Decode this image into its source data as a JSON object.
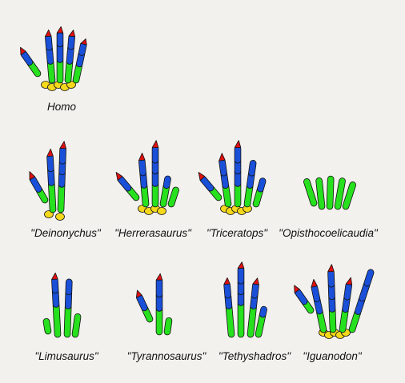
{
  "colors": {
    "background": "#f3f1ee",
    "claw": "#e01010",
    "phalanx": "#1a4fd8",
    "metacarpal": "#27e01e",
    "carpal": "#f4d81c",
    "outline": "#111111"
  },
  "figure": {
    "panels": [
      {
        "id": "homo",
        "label": "Homo"
      },
      {
        "id": "deinonychus",
        "label": "\"Deinonychus\""
      },
      {
        "id": "herrerasaurus",
        "label": "\"Herrerasaurus\""
      },
      {
        "id": "triceratops",
        "label": "\"Triceratops\""
      },
      {
        "id": "opisthocoelicaudia",
        "label": "\"Opisthocoelicaudia\""
      },
      {
        "id": "limusaurus",
        "label": "\"Limusaurus\""
      },
      {
        "id": "tyrannosaurus",
        "label": "\"Tyrannosaurus\""
      },
      {
        "id": "tethyshadros",
        "label": "\"Tethyshadros\""
      },
      {
        "id": "iguanodon",
        "label": "\"Iguanodon\""
      }
    ]
  }
}
